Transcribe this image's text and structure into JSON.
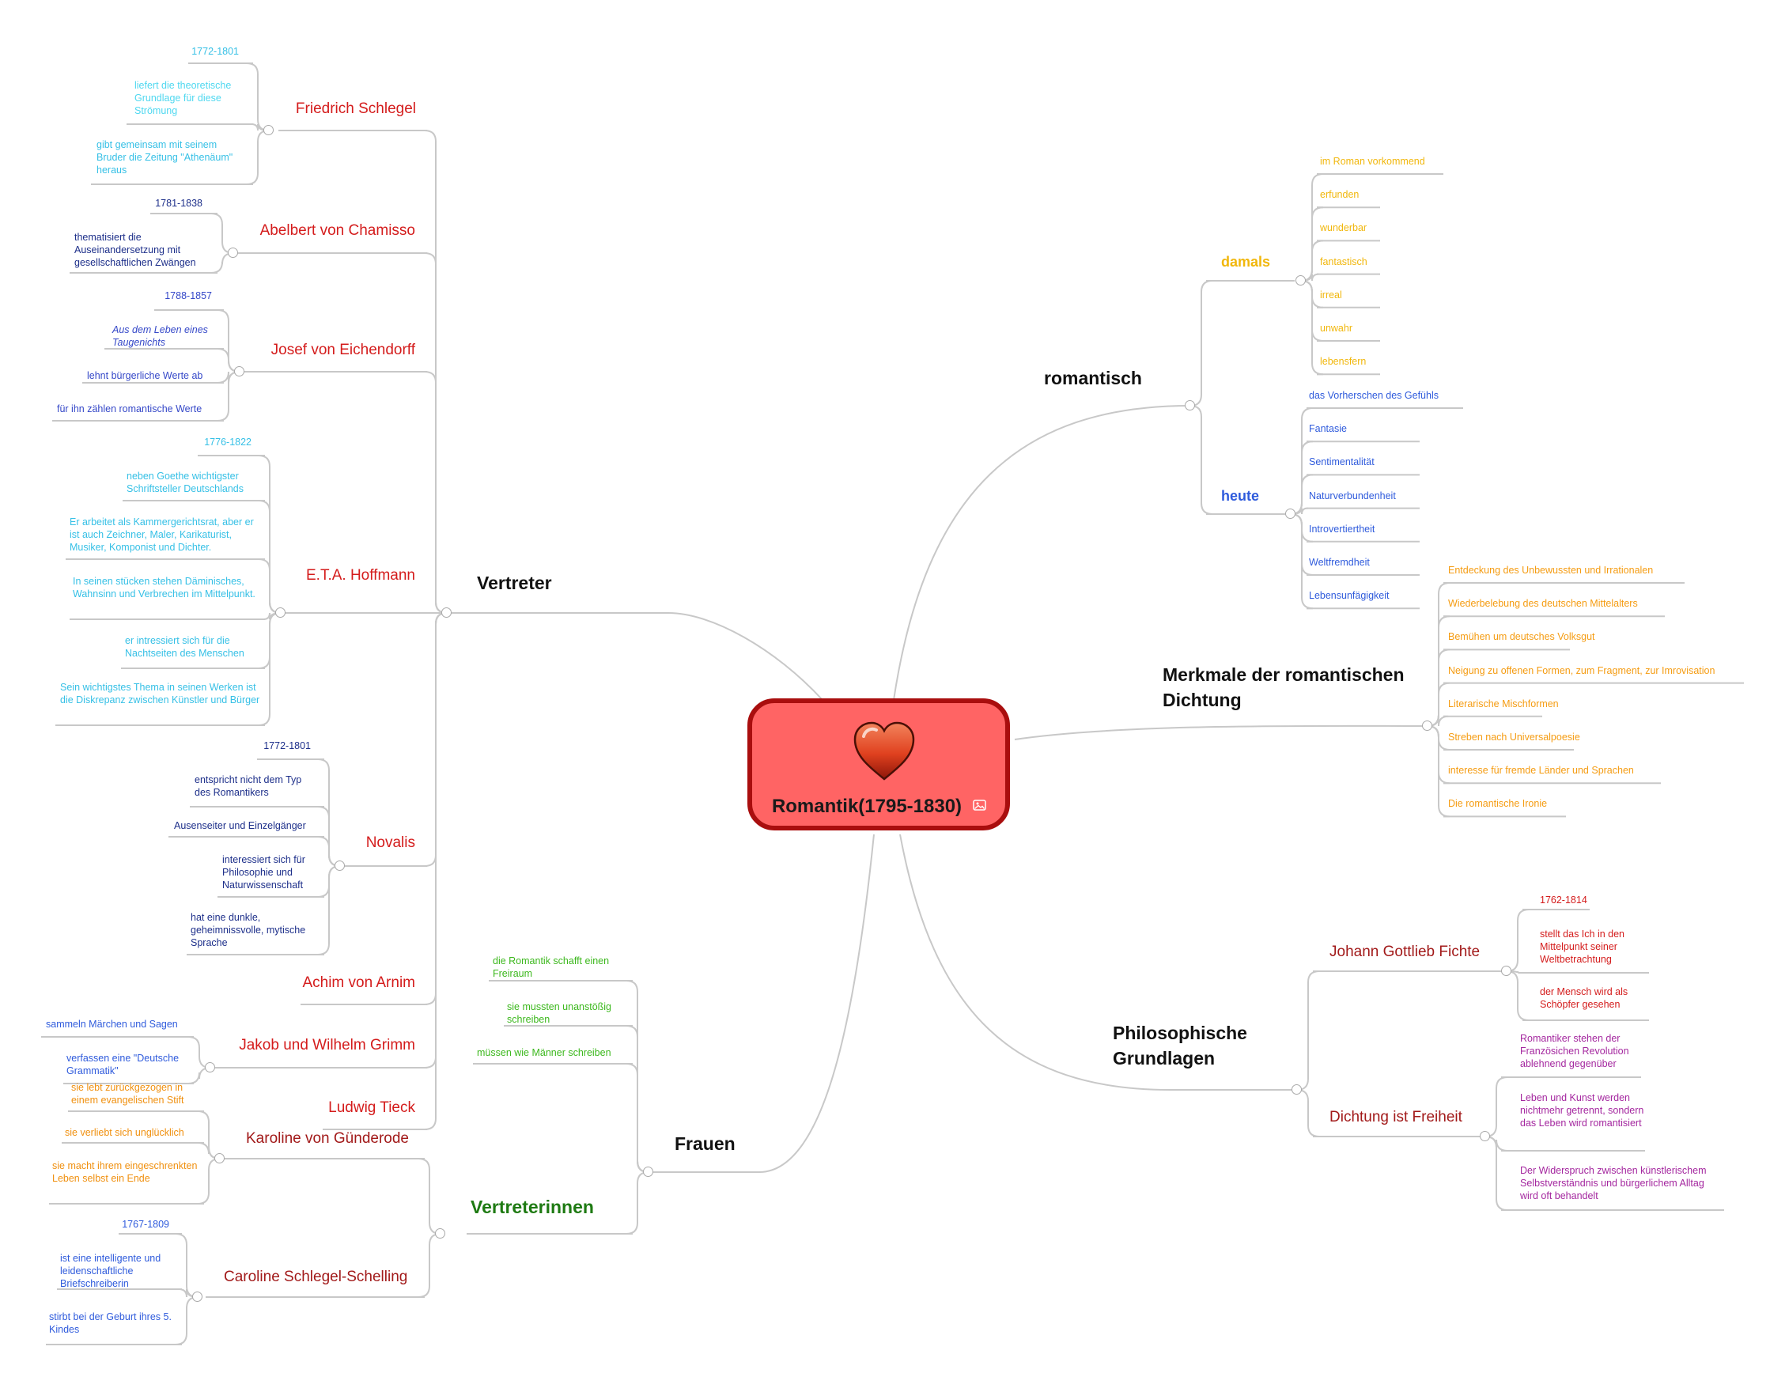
{
  "center": {
    "title": "Romantik(1795-1830)",
    "icon": "heart-icon",
    "badge_icon": "image-icon",
    "fill": "#ff6464",
    "border": "#a90e0e"
  },
  "branches": {
    "vertreter": "Vertreter",
    "romantisch": "romantisch",
    "merkmale": "Merkmale der romantischen Dichtung",
    "philosophische": "Philosophische Grundlagen",
    "frauen": "Frauen",
    "vertreterinnen": "Vertreterinnen"
  },
  "vertreter": {
    "friedrich_schlegel": {
      "name": "Friedrich Schlegel",
      "items": [
        "1772-1801",
        "liefert die theoretische Grundlage für diese Strömung",
        "gibt gemeinsam mit seinem Bruder die Zeitung \"Athenäum\" heraus"
      ]
    },
    "chamisso": {
      "name": "Abelbert von Chamisso",
      "items": [
        "1781-1838",
        "thematisiert die Auseinandersetzung mit gesellschaftlichen Zwängen"
      ]
    },
    "eichendorff": {
      "name": "Josef von Eichendorff",
      "items": [
        "1788-1857",
        "Aus dem Leben eines Taugenichts",
        "lehnt bürgerliche Werte ab",
        "für ihn zählen romantische Werte"
      ]
    },
    "hoffmann": {
      "name": "E.T.A. Hoffmann",
      "items": [
        "1776-1822",
        "neben Goethe wichtigster Schriftsteller Deutschlands",
        "Er arbeitet als Kammergerichtsrat, aber er ist auch Zeichner, Maler, Karikaturist, Musiker, Komponist und Dichter.",
        "In seinen stücken stehen Däminisches, Wahnsinn und Verbrechen im Mittelpunkt.",
        "er intressiert sich für die Nachtseiten des Menschen",
        "Sein wichtigstes Thema in seinen Werken ist die Diskrepanz zwischen Künstler und Bürger"
      ]
    },
    "novalis": {
      "name": "Novalis",
      "items": [
        "1772-1801",
        "entspricht nicht dem Typ des Romantikers",
        "Ausenseiter und Einzelgänger",
        "interessiert sich für Philosophie und Naturwissenschaft",
        "hat eine dunkle, geheimnissvolle, mytische Sprache"
      ]
    },
    "arnim": {
      "name": "Achim von Arnim"
    },
    "grimm": {
      "name": "Jakob und Wilhelm Grimm",
      "items": [
        "sammeln Märchen und Sagen",
        "verfassen eine \"Deutsche Grammatik\""
      ]
    },
    "tieck": {
      "name": "Ludwig Tieck"
    }
  },
  "vertreterinnen": {
    "guenderode": {
      "name": "Karoline von Günderode",
      "items": [
        "sie lebt zurückgezogen in einem evangelischen Stift",
        "sie verliebt sich unglücklich",
        "sie macht ihrem eingeschrenkten Leben selbst ein Ende"
      ]
    },
    "schelling": {
      "name": "Caroline Schlegel-Schelling",
      "items": [
        "1767-1809",
        "ist eine intelligente und leidenschaftliche Briefschreiberin",
        "stirbt bei der Geburt ihres 5. Kindes"
      ]
    }
  },
  "frauen_items": [
    "die Romantik schafft einen Freiraum",
    "sie mussten unanstößig schreiben",
    "müssen wie Männer schreiben"
  ],
  "romantisch": {
    "damals": {
      "label": "damals",
      "items": [
        "im Roman vorkommend",
        "erfunden",
        "wunderbar",
        "fantastisch",
        "irreal",
        "unwahr",
        "lebensfern"
      ]
    },
    "heute": {
      "label": "heute",
      "items": [
        "das Vorherschen des Gefühls",
        "Fantasie",
        "Sentimentalität",
        "Naturverbundenheit",
        "Introvertiertheit",
        "Weltfremdheit",
        "Lebensunfägigkeit"
      ]
    }
  },
  "merkmale_items": [
    "Entdeckung des Unbewussten und Irrationalen",
    "Wiederbelebung des deutschen Mittelalters",
    "Bemühen um deutsches Volksgut",
    "Neigung zu offenen Formen, zum Fragment, zur Imrovisation",
    "Literarische Mischformen",
    "Streben nach Universalpoesie",
    "interesse für fremde Länder und Sprachen",
    "Die romantische Ironie"
  ],
  "philosophie": {
    "fichte": {
      "name": "Johann Gottlieb Fichte",
      "items": [
        "1762-1814",
        "stellt das Ich in den Mittelpunkt seiner Weltbetrachtung",
        "der Mensch wird als Schöpfer gesehen"
      ]
    },
    "freiheit": {
      "name": "Dichtung ist Freiheit",
      "items": [
        "Romantiker stehen der Französichen Revolution ablehnend gegenüber",
        "Leben und Kunst werden nichtmehr getrennt, sondern das Leben wird romantisiert",
        "Der Widerspruch zwischen künstlerischem Selbstverständnis und bürgerlichem Alltag wird oft behandelt"
      ]
    }
  },
  "colors": {
    "line": "#c8c8c8",
    "dark_red": "#a21a1a",
    "red": "#d41c1c",
    "cyan": "#36c0e6",
    "navy": "#1d2f8a",
    "blue": "#2f5bdc",
    "gold": "#f1b70c",
    "orange": "#f0900f",
    "green": "#3cb81d",
    "dark_green": "#1e7a12",
    "purple": "#a4279f",
    "olive_orange": "#f59c12"
  }
}
